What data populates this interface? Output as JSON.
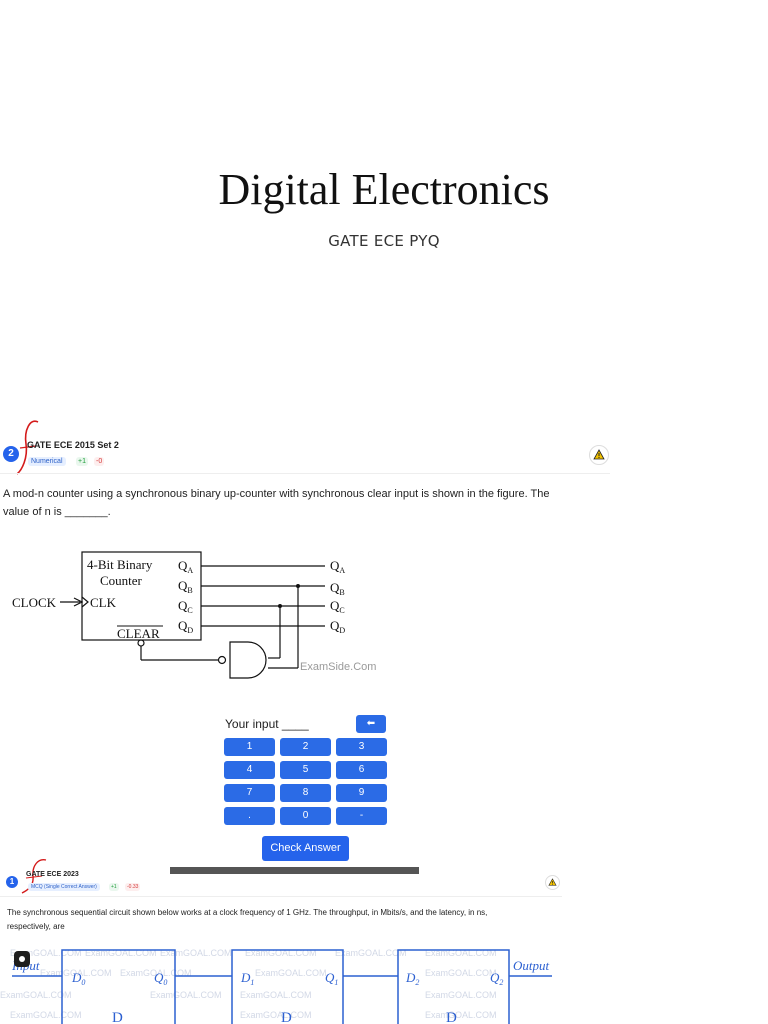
{
  "cover": {
    "title": "Digital Electronics",
    "subtitle": "GATE ECE PYQ"
  },
  "q1": {
    "number": "2",
    "exam": "GATE ECE 2015 Set 2",
    "type": "Numerical",
    "plus": "+1",
    "minus": "-0",
    "text_line1": "A mod-n counter using a synchronous binary up-counter with synchronous clear input is shown in the figure. The",
    "text_line2": "value of n is _______.",
    "diagram": {
      "box_title1": "4-Bit Binary",
      "box_title2": "Counter",
      "clk": "CLK",
      "clock": "CLOCK",
      "clear": "CLEAR",
      "qa": "Q",
      "qa_sub": "A",
      "qb": "Q",
      "qb_sub": "B",
      "qc": "Q",
      "qc_sub": "C",
      "qd": "Q",
      "qd_sub": "D",
      "watermark": "ExamSide.Com"
    },
    "keypad": {
      "label": "Your input ____",
      "backspace": "⬅",
      "keys": [
        "1",
        "2",
        "3",
        "4",
        "5",
        "6",
        "7",
        "8",
        "9",
        ".",
        "0",
        "-"
      ],
      "check": "Check Answer"
    }
  },
  "q2": {
    "number": "1",
    "exam": "GATE ECE 2023",
    "type": "MCQ (Single Correct Answer)",
    "plus": "+1",
    "minus": "-0.33",
    "text_line1": "The synchronous sequential circuit shown below works at a clock frequency of 1 GHz. The throughput, in Mbits/s, and the latency, in ns,",
    "text_line2": "respectively, are",
    "diagram": {
      "input": "Input",
      "output": "Output",
      "d0": "D",
      "d0_sub": "0",
      "q0": "Q",
      "q0_sub": "0",
      "d1": "D",
      "d1_sub": "1",
      "q1": "Q",
      "q1_sub": "1",
      "d2": "D",
      "d2_sub": "2",
      "q2": "Q",
      "q2_sub": "2",
      "ff_label": "D",
      "watermark": "ExamGOAL.COM"
    }
  }
}
